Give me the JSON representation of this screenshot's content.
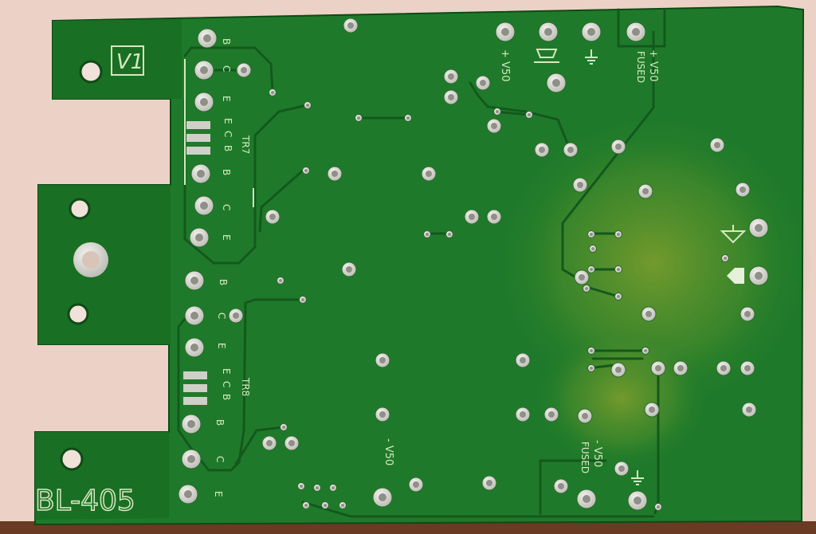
{
  "colors": {
    "background": "#ecd2c6",
    "board": "#1e7a2a",
    "board_shade": "#186a22",
    "glow": "#7a9a2a",
    "trace": "#14581d",
    "silk": "#d7e8c0",
    "pad_ring": "#dcdcd6",
    "pad_hole": "#8a8a84"
  },
  "silkscreen": {
    "module_label": "V1",
    "board_label": "BL-405",
    "tr7": "TR7",
    "tr8": "TR8",
    "b": "B",
    "c": "C",
    "e": "E",
    "pos_v50": "+ V50",
    "neg_v50": "- V50",
    "pos_v50_fused": "+ V50",
    "neg_v50_fused": "- V50",
    "fused": "FUSED"
  },
  "icons": [
    "ground-symbol-icon",
    "speaker-symbol-icon",
    "arrow-left-icon"
  ]
}
